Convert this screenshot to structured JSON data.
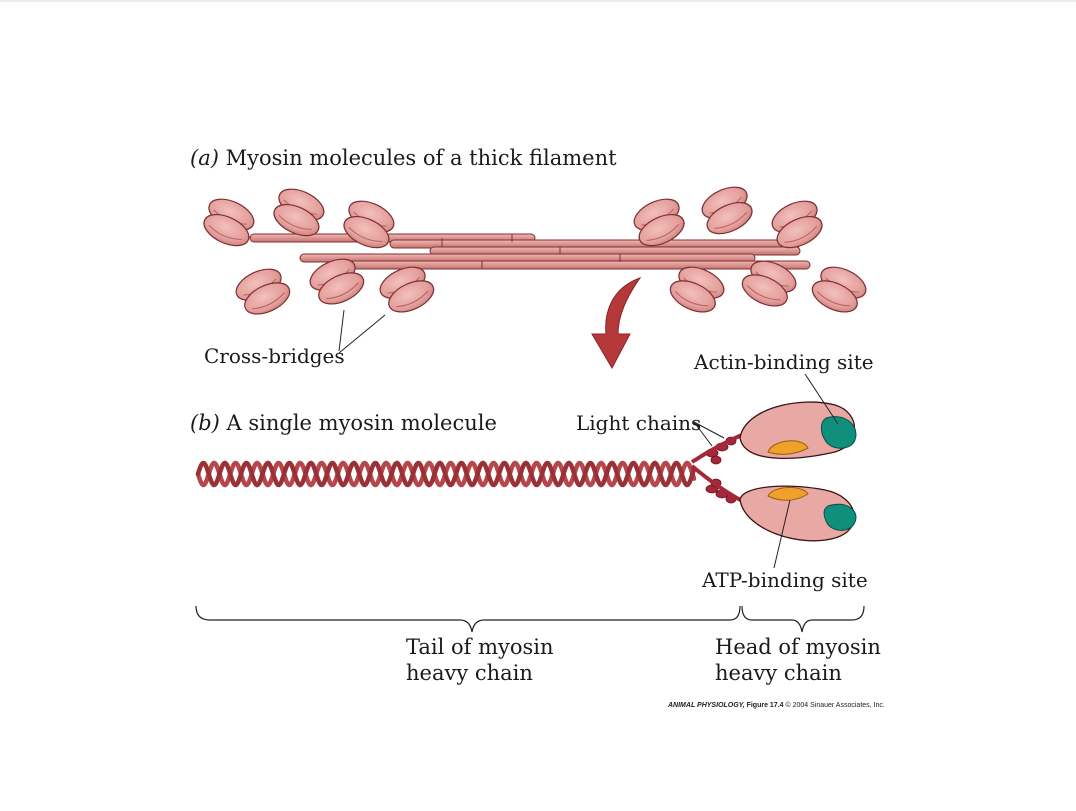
{
  "panel_a": {
    "letter": "(a)",
    "title": "Myosin molecules of a thick filament"
  },
  "panel_b": {
    "letter": "(b)",
    "title": "A single myosin molecule"
  },
  "labels": {
    "cross_bridges": "Cross-bridges",
    "actin_binding_site": "Actin-binding site",
    "light_chains": "Light chains",
    "atp_binding_site": "ATP-binding site",
    "tail_line1": "Tail of myosin",
    "tail_line2": "heavy chain",
    "head_line1": "Head of myosin",
    "head_line2": "heavy chain"
  },
  "credit": {
    "book": "ANIMAL PHYSIOLOGY,",
    "figure": "Figure 17.4",
    "copyright": "© 2004 Sinauer Associates, Inc."
  },
  "colors": {
    "head_fill": "#e39e9a",
    "head_dark": "#c4706d",
    "tail": "#b7474a",
    "actin_site": "#0f8f7c",
    "atp_site": "#efa12a",
    "light_chain": "#a3283a"
  }
}
